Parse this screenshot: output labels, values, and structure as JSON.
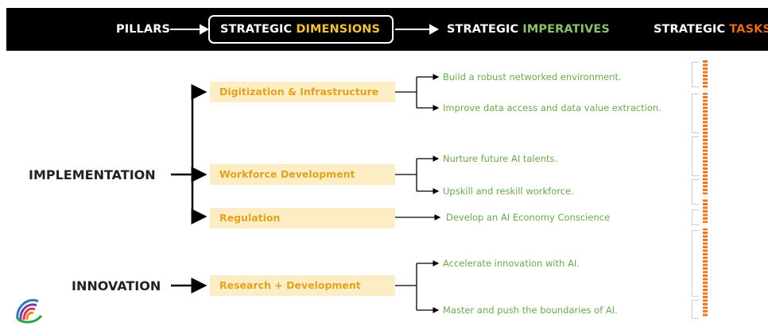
{
  "header": {
    "pillars": "PILLARS",
    "strategic_dimensions": {
      "word": "STRATEGIC",
      "highlight": "DIMENSIONS",
      "highlight_color": "#f3c13a"
    },
    "strategic_imperatives": {
      "word": "STRATEGIC",
      "highlight": "IMPERATIVES",
      "highlight_color": "#8ec06c"
    },
    "strategic_tasks": {
      "word": "STRATEGIC",
      "highlight": "TASKS",
      "highlight_color": "#e46c17"
    }
  },
  "pillars": [
    {
      "label": "IMPLEMENTATION"
    },
    {
      "label": "INNOVATION"
    }
  ],
  "dimensions": [
    {
      "label": "Digitization & Infrastructure"
    },
    {
      "label": "Workforce Development"
    },
    {
      "label": "Regulation"
    },
    {
      "label": "Research + Development"
    }
  ],
  "imperatives": [
    {
      "label": "Build a robust networked environment."
    },
    {
      "label": "Improve data access and data value extraction."
    },
    {
      "label": "Nurture future AI talents."
    },
    {
      "label": "Upskill and reskill workforce."
    },
    {
      "label": "Develop an AI Economy Conscience"
    },
    {
      "label": "Accelerate innovation with AI."
    },
    {
      "label": "Master and push the boundaries of AI."
    }
  ],
  "colors": {
    "task_orange": "#e87722",
    "dimension_fill": "#fdedc4",
    "dimension_text": "#e0a31f",
    "imperative_text": "#6aa84f"
  },
  "logo": {
    "icon": "spiral-rainbow-logo"
  }
}
